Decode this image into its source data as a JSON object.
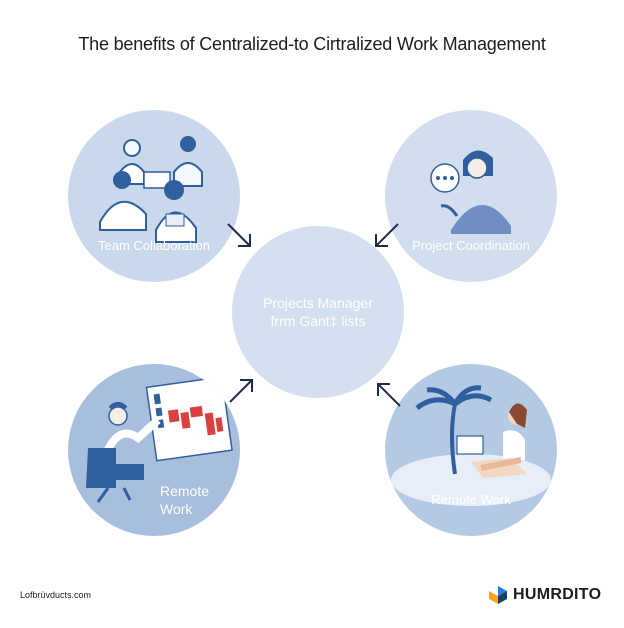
{
  "title": "The benefits of Centralized-to Cirtralized Work Management",
  "nodes": {
    "team": {
      "label": "Team Collaboration",
      "icon": "team-people-icon"
    },
    "coordination": {
      "label": "Project Coordination",
      "icon": "chat-person-icon"
    },
    "center": {
      "line1": "Projects Manager",
      "line2": "frrm Gant‡ lists"
    },
    "remote_left": {
      "line1": "Remote",
      "line2": "Work",
      "icon": "gantt-chart-icon"
    },
    "remote_right": {
      "label": "Remote Work",
      "icon": "beach-laptop-icon"
    }
  },
  "footer": {
    "url": "Lofbrüvducts.com",
    "brand": "HUMRDITO",
    "brand_icon": "brand-logo-icon"
  },
  "colors": {
    "accent_blue": "#2f5f9e",
    "circle_light": "#cad8eb",
    "circle_dark": "#a7bfdd",
    "gantt_red": "#d8413f"
  }
}
